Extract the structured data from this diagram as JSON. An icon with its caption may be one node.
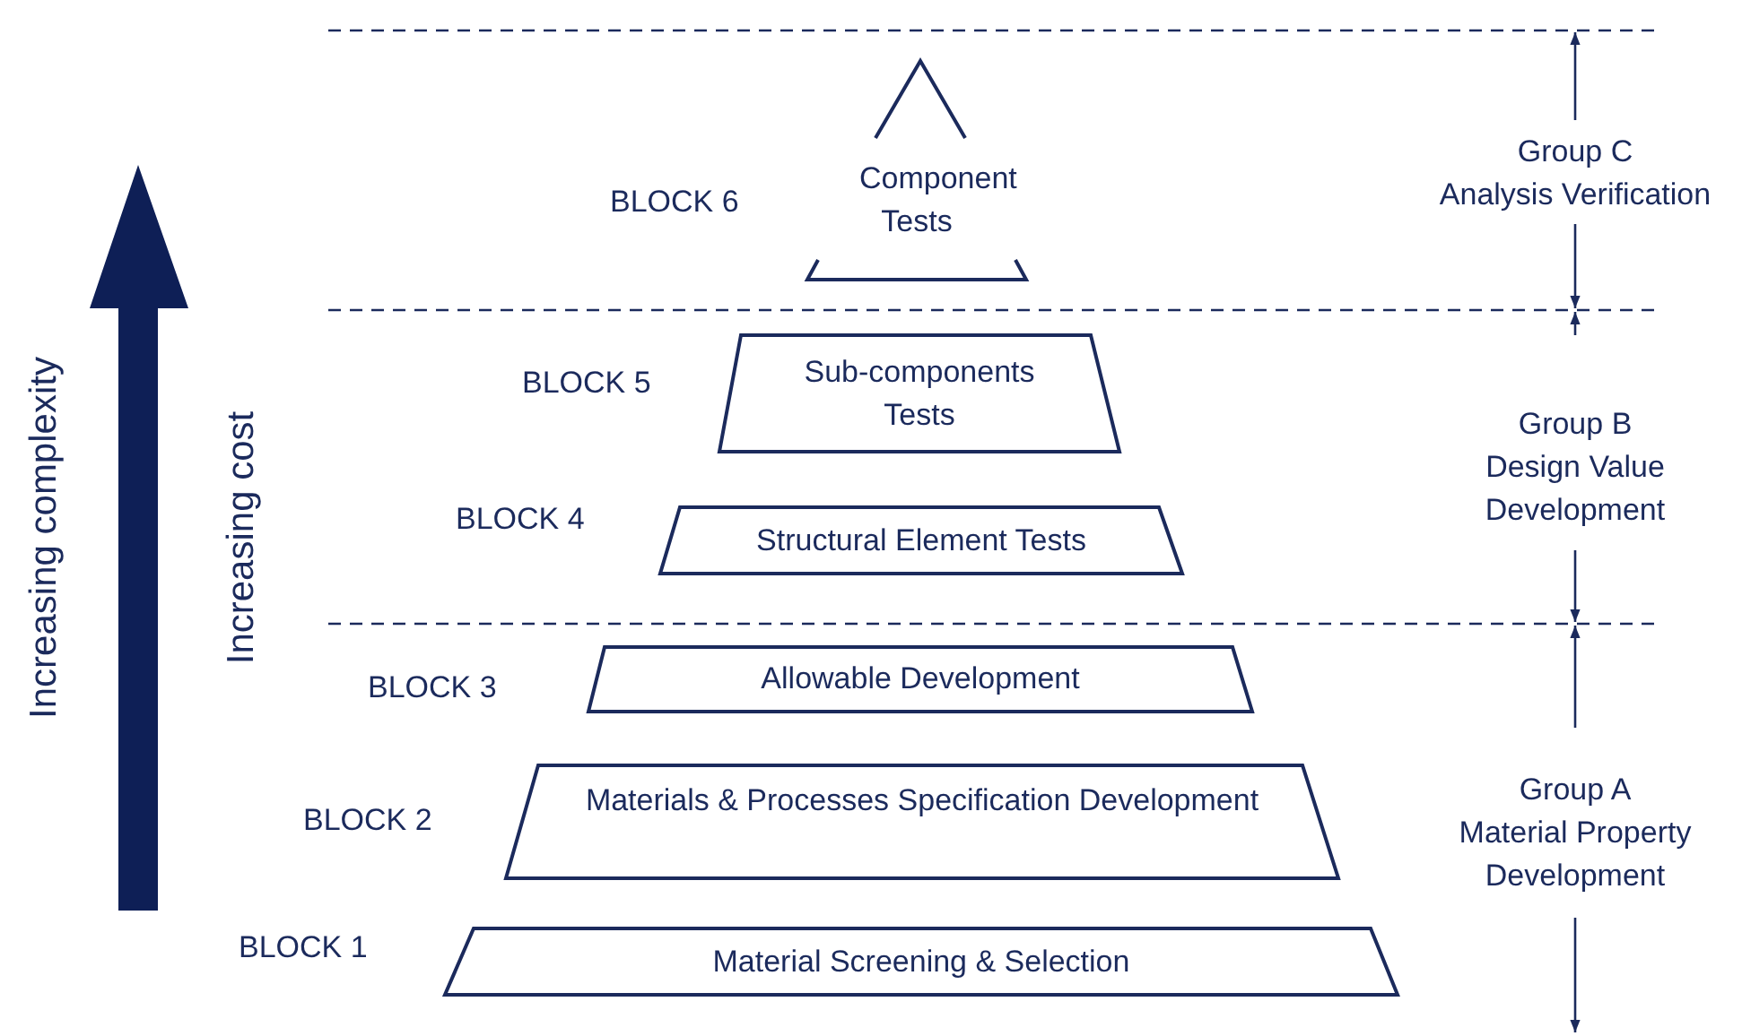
{
  "diagram": {
    "nodes": [
      {
        "text": [
          "Component Tests"
        ],
        "beside": [
          "BLOCK 6"
        ]
      },
      {
        "text": [
          "Sub-components Tests"
        ],
        "beside": [
          "BLOCK 5"
        ]
      },
      {
        "text": [
          "Structural Element Tests"
        ],
        "beside": [
          "BLOCK 4"
        ]
      },
      {
        "text": [
          "Allowable Development"
        ],
        "beside": [
          "BLOCK 3"
        ]
      },
      {
        "text": [
          "Materials & Processes Specification Development"
        ],
        "beside": [
          "BLOCK 2"
        ]
      },
      {
        "text": [
          "Material Screening & Selection"
        ],
        "beside": [
          "BLOCK 1"
        ]
      }
    ],
    "labels": [
      "Group C",
      "Analysis Verification",
      "Increasing complexity",
      "Increasing cost",
      "Group B",
      "Design Value Development",
      "Group A",
      "Material Property Development"
    ]
  }
}
